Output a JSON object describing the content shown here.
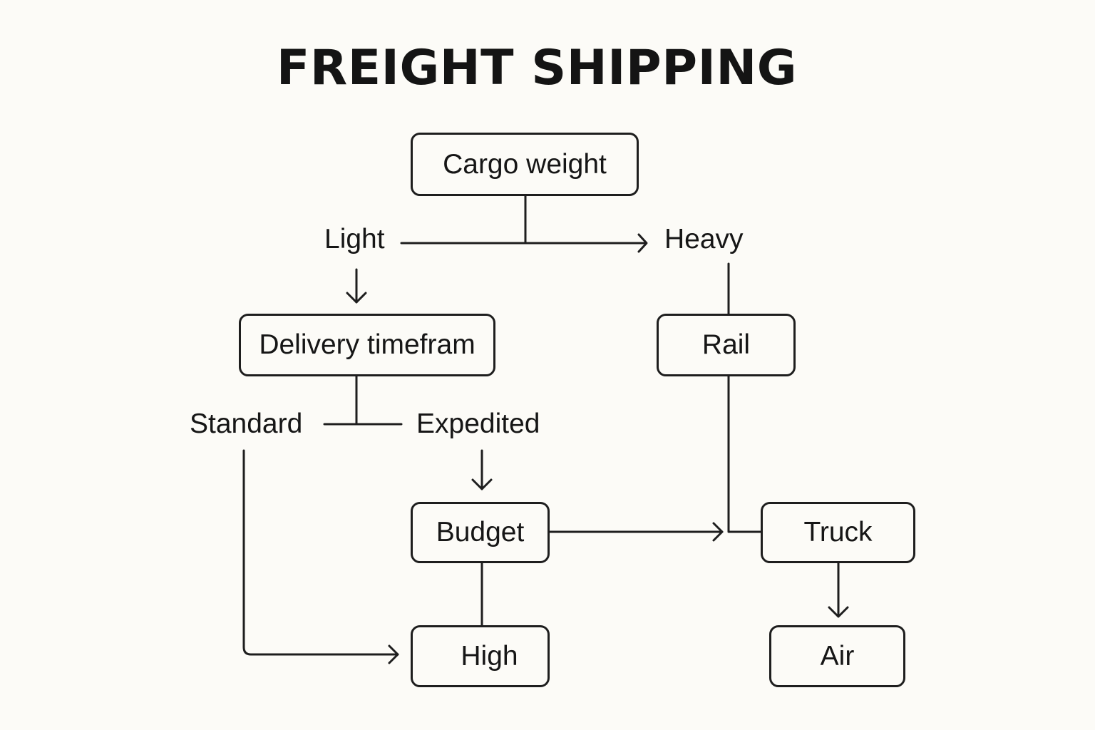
{
  "title": "FREIGHT SHIPPING",
  "nodes": {
    "cargo_weight": "Cargo weight",
    "delivery_timeframe": "Delivery timefram",
    "rail": "Rail",
    "budget": "Budget",
    "truck": "Truck",
    "high": "High",
    "air": "Air"
  },
  "branch_labels": {
    "light": "Light",
    "heavy": "Heavy",
    "standard": "Standard",
    "expedited": "Expedited"
  }
}
